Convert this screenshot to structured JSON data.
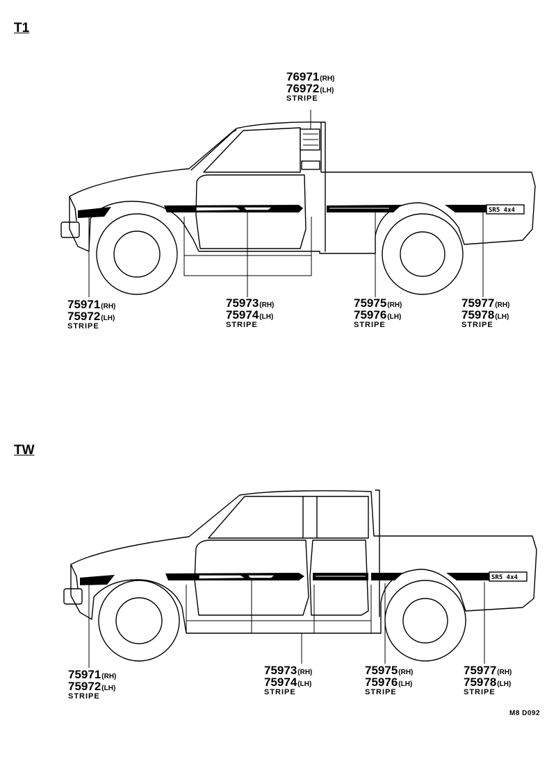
{
  "sections": [
    {
      "title": "T1",
      "callouts": [
        {
          "id": "roof",
          "part1": "76971",
          "side1": "(RH)",
          "part2": "76972",
          "side2": "(LH)",
          "desc": "STRIPE"
        },
        {
          "id": "front",
          "part1": "75971",
          "side1": "(RH)",
          "part2": "75972",
          "side2": "(LH)",
          "desc": "STRIPE"
        },
        {
          "id": "door",
          "part1": "75973",
          "side1": "(RH)",
          "part2": "75974",
          "side2": "(LH)",
          "desc": "STRIPE"
        },
        {
          "id": "bed",
          "part1": "75975",
          "side1": "(RH)",
          "part2": "75976",
          "side2": "(LH)",
          "desc": "STRIPE"
        },
        {
          "id": "rear",
          "part1": "75977",
          "side1": "(RH)",
          "part2": "75978",
          "side2": "(LH)",
          "desc": "STRIPE"
        }
      ]
    },
    {
      "title": "TW",
      "callouts": [
        {
          "id": "front",
          "part1": "75971",
          "side1": "(RH)",
          "part2": "75972",
          "side2": "(LH)",
          "desc": "STRIPE"
        },
        {
          "id": "door",
          "part1": "75973",
          "side1": "(RH)",
          "part2": "75974",
          "side2": "(LH)",
          "desc": "STRIPE"
        },
        {
          "id": "bed",
          "part1": "75975",
          "side1": "(RH)",
          "part2": "75976",
          "side2": "(LH)",
          "desc": "STRIPE"
        },
        {
          "id": "rear",
          "part1": "75977",
          "side1": "(RH)",
          "part2": "75978",
          "side2": "(LH)",
          "desc": "STRIPE"
        }
      ]
    }
  ],
  "drawing_code": "M8 D092"
}
